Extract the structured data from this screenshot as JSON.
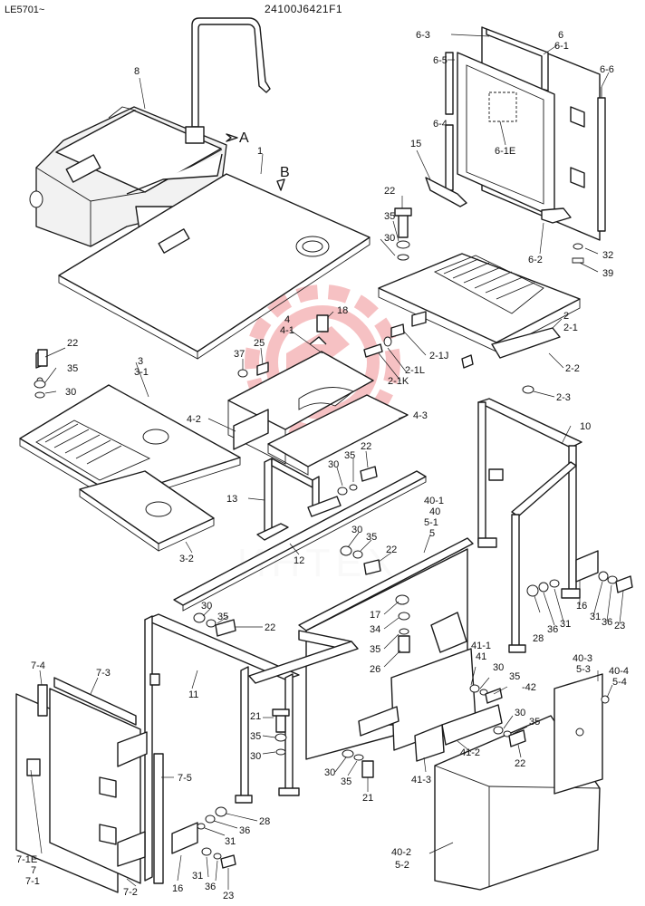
{
  "header": {
    "model": "LE5701~",
    "drawing_number": "24100J6421F1"
  },
  "watermark": {
    "text": "ИНТЕХ",
    "color": "#e0262b"
  },
  "view_markers": {
    "a": "A",
    "b": "B"
  },
  "labels": {
    "l_6_3": "6-3",
    "l_6": "6",
    "l_6_1": "6-1",
    "l_6_5": "6-5",
    "l_6_6": "6-6",
    "l_6_4": "6-4",
    "l_6_1e": "6-1E",
    "l_15": "15",
    "l_6_2": "6-2",
    "l_32": "32",
    "l_39": "39",
    "l_8": "8",
    "l_1": "1",
    "l_22a": "22",
    "l_35a": "35",
    "l_30a": "30",
    "l_2": "2",
    "l_2_1": "2-1",
    "l_2_1j": "2-1J",
    "l_2_1l": "2-1L",
    "l_2_1k": "2-1K",
    "l_2_2": "2-2",
    "l_2_3": "2-3",
    "l_18": "18",
    "l_4": "4",
    "l_4_1": "4-1",
    "l_37": "37",
    "l_25": "25",
    "l_22b": "22",
    "l_35b": "35",
    "l_30b": "30",
    "l_3": "3",
    "l_3_1": "3-1",
    "l_4_2": "4-2",
    "l_4_3": "4-3",
    "l_3_2": "3-2",
    "l_30c": "30",
    "l_35c": "35",
    "l_22c": "22",
    "l_13": "13",
    "l_10": "10",
    "l_12": "12",
    "l_30d": "30",
    "l_35d": "35",
    "l_22d": "22",
    "l_40_1": "40-1",
    "l_40": "40",
    "l_5_1": "5-1",
    "l_5": "5",
    "l_30e": "30",
    "l_35e": "35",
    "l_22e": "22",
    "l_17": "17",
    "l_34": "34",
    "l_35f": "35",
    "l_26": "26",
    "l_16a": "16",
    "l_31a": "31",
    "l_36a": "36",
    "l_23a": "23",
    "l_28a": "28",
    "l_36b": "36",
    "l_31b": "31",
    "l_7_4": "7-4",
    "l_7_3": "7-3",
    "l_11": "11",
    "l_41_1": "41-1",
    "l_41": "41",
    "l_30f": "30",
    "l_35g": "35",
    "l_42": "-42",
    "l_40_3": "40-3",
    "l_5_3": "5-3",
    "l_40_4": "40-4",
    "l_5_4": "5-4",
    "l_21a": "21",
    "l_35h": "35",
    "l_30g": "30",
    "l_30h": "30",
    "l_35i": "35",
    "l_22f": "22",
    "l_41_2": "41-2",
    "l_41_3": "41-3",
    "l_30i": "30",
    "l_35j": "35",
    "l_21b": "21",
    "l_7_5": "7-5",
    "l_28b": "28",
    "l_36c": "36",
    "l_31c": "31",
    "l_7_1e": "7-1E",
    "l_7": "7",
    "l_7_1": "7-1",
    "l_7_2": "7-2",
    "l_16b": "16",
    "l_31d": "31",
    "l_36d": "36",
    "l_23b": "23",
    "l_40_2": "40-2",
    "l_5_2": "5-2"
  }
}
